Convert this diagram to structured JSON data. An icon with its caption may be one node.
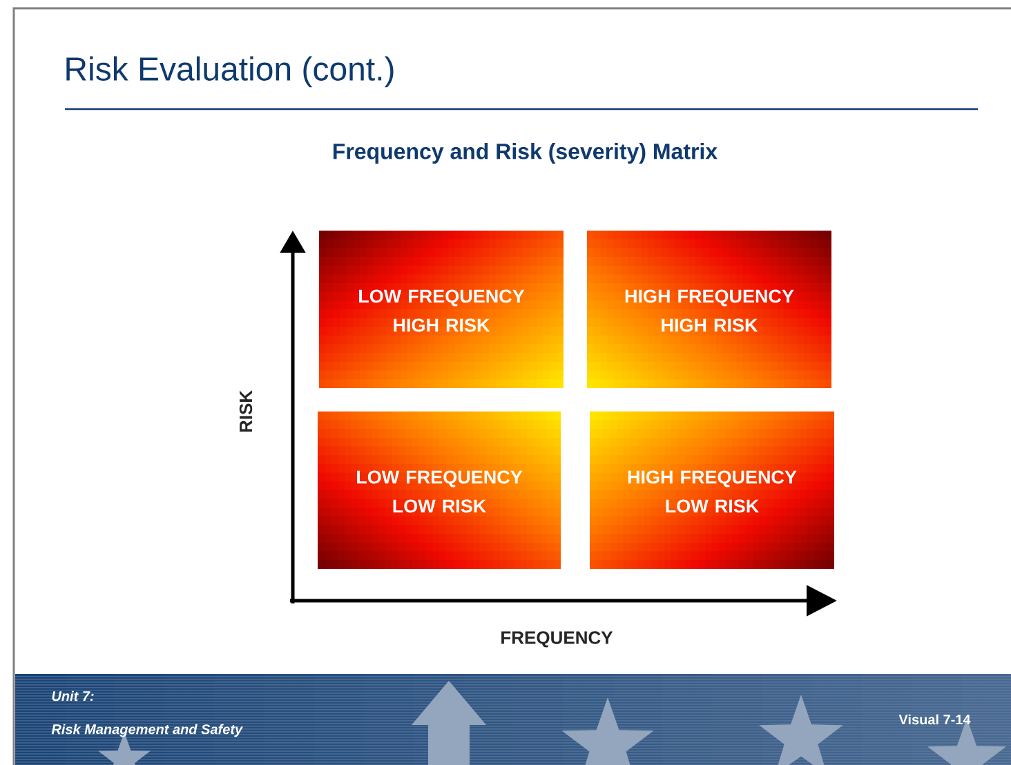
{
  "diagram": {
    "title": "Risk Evaluation (cont.)",
    "nodes": [
      {
        "text": [
          "LOW FREQUENCY HIGH RISK"
        ]
      },
      {
        "text": [
          "HIGH FREQUENCY HIGH RISK"
        ]
      },
      {
        "text": [
          "LOW FREQUENCY LOW RISK"
        ]
      },
      {
        "text": [
          "HIGH FREQUENCY LOW RISK"
        ]
      }
    ],
    "labels": [
      "Frequency and Risk (severity) Matrix",
      "RISK",
      "FREQUENCY",
      "Unit 7:",
      "Risk Management and Safety",
      "Visual 7-14"
    ]
  }
}
